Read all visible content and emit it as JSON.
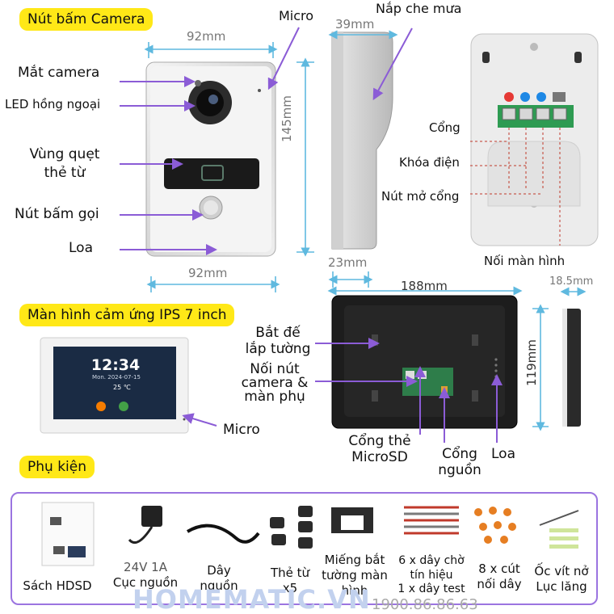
{
  "sections": {
    "camera": "Nút bấm Camera",
    "screen": "Màn hình cảm ứng IPS 7 inch",
    "accessories": "Phụ kiện"
  },
  "camera": {
    "width_top": "92mm",
    "width_bottom": "92mm",
    "height": "145mm",
    "depth_top": "39mm",
    "depth_bottom": "23mm",
    "labels": {
      "micro": "Micro",
      "lens": "Mắt camera",
      "ir_led": "LED hồng ngoại",
      "card_area_1": "Vùng quẹt",
      "card_area_2": "thẻ từ",
      "call_button": "Nút bấm gọi",
      "speaker": "Loa",
      "rain_cover": "Nắp che mưa"
    },
    "back_labels": {
      "gate": "Cổng",
      "lock": "Khóa điện",
      "gate_button": "Nút mở cổng",
      "monitor": "Nối màn hình"
    }
  },
  "monitor": {
    "width": "188mm",
    "height": "119mm",
    "depth": "18.5mm",
    "time": "12:34",
    "date": "Mon. 2024-07-15",
    "temp": "25 ℃",
    "labels": {
      "micro": "Micro",
      "mount_1": "Bắt đế",
      "mount_2": "lắp tường",
      "connect_1": "Nối nút",
      "connect_2": "camera &",
      "connect_3": "màn phụ",
      "sd_1": "Cổng thẻ",
      "sd_2": "MicroSD",
      "power_1": "Cổng",
      "power_2": "nguồn",
      "speaker": "Loa"
    }
  },
  "accessories": [
    {
      "l1": "Sách HDSD",
      "l2": ""
    },
    {
      "l1": "24V 1A",
      "l2": "Cục nguồn"
    },
    {
      "l1": "Dây",
      "l2": "nguồn"
    },
    {
      "l1": "Thẻ từ",
      "l2": "x5"
    },
    {
      "l1": "Miếng bắt",
      "l2": "tường màn",
      "l3": "hình"
    },
    {
      "l1": "6 x dây chờ",
      "l2": "tín hiệu",
      "l3": "1 x dây test"
    },
    {
      "l1": "8 x cút",
      "l2": "nối dây"
    },
    {
      "l1": "Ốc vít nở",
      "l2": "Lục lăng"
    }
  ],
  "watermark": {
    "brand": "HOMEMATIC.VN",
    "phone": "1900.86.86.63"
  },
  "colors": {
    "highlight": "#ffe817",
    "arrow": "#8b5cd6",
    "dimension": "#5fb9df",
    "device_dark": "#1d1d1d"
  }
}
